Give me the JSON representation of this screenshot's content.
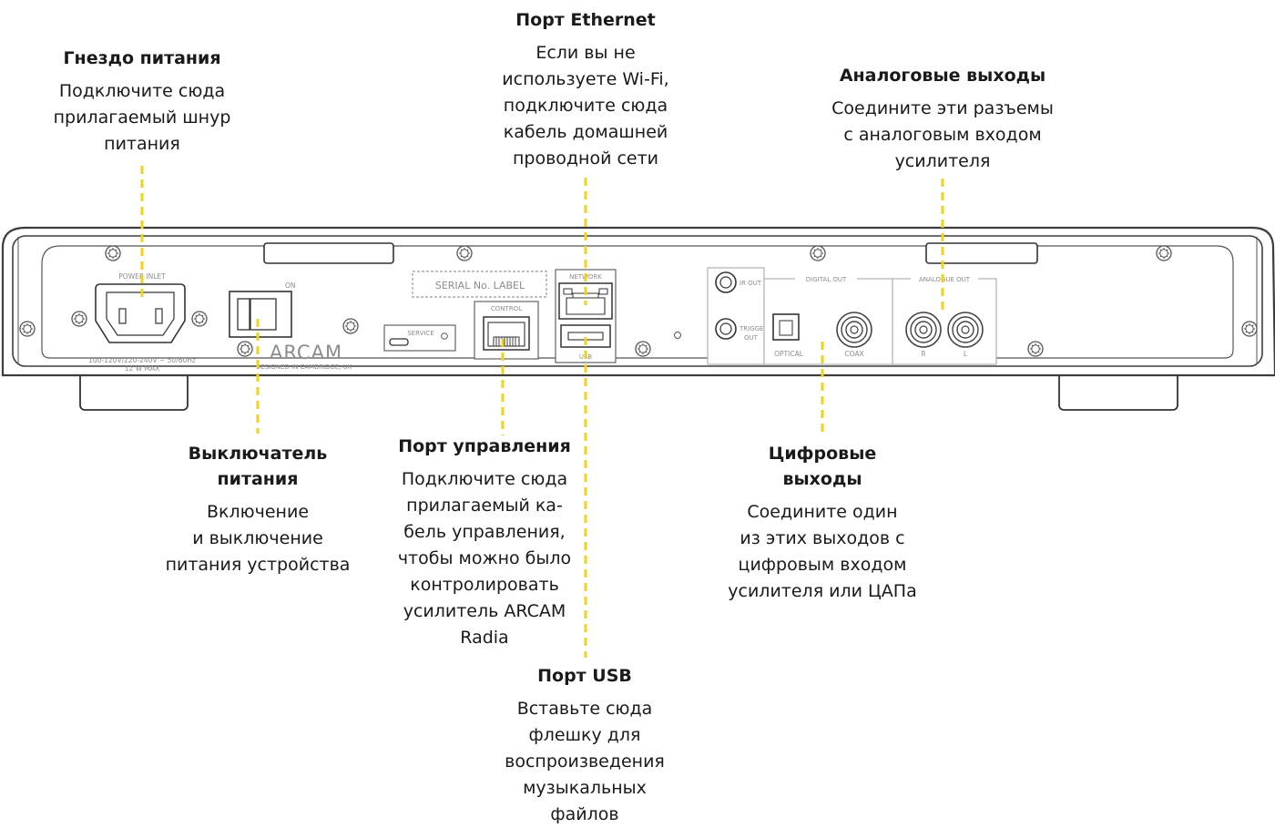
{
  "callouts": {
    "power_inlet": {
      "title": [
        "Гнездо питания"
      ],
      "body": [
        "Подключите сюда",
        "прилагаемый шнур",
        "питания"
      ]
    },
    "ethernet": {
      "title": [
        "Порт Ethernet"
      ],
      "body": [
        "Если вы не",
        "используете Wi-Fi,",
        "подключите сюда",
        "кабель домашней",
        "проводной сети"
      ]
    },
    "analogue": {
      "title": [
        "Аналоговые выходы"
      ],
      "body": [
        "Соедините эти разъемы",
        "с аналоговым входом",
        "усилителя"
      ]
    },
    "power_switch": {
      "title": [
        "Выключатель",
        "питания"
      ],
      "body": [
        "Включение",
        "и выключение",
        "питания устройства"
      ]
    },
    "control": {
      "title": [
        "Порт управления"
      ],
      "body": [
        "Подключите сюда",
        "прилагаемый ка-",
        "бель управления,",
        "чтобы можно было",
        "контролировать",
        "усилитель ARCAM",
        "Radia"
      ]
    },
    "digital": {
      "title": [
        "Цифровые",
        "выходы"
      ],
      "body": [
        "Соедините один",
        "из этих выходов с",
        "цифровым входом",
        "усилителя или ЦАПа"
      ]
    },
    "usb": {
      "title": [
        "Порт USB"
      ],
      "body": [
        "Вставьте сюда",
        "флешку для",
        "воспроизведения",
        "музыкальных",
        "файлов"
      ]
    }
  },
  "panel_labels": {
    "power_inlet": "POWER INLET",
    "voltage": "100-120V/220-240V ~ 50/60Hz",
    "max_power": "12 W MAX",
    "on": "ON",
    "brand": "ARCAM",
    "designed": "DESIGNED IN CAMBRIDGE, UK",
    "serial": "SERIAL No. LABEL",
    "service": "SERVICE",
    "control": "CONTROL",
    "network": "NETWORK",
    "usb": "USB",
    "ir_out": "IR OUT",
    "trigger": "TRIGGER",
    "trigger_out": "OUT",
    "digital_out": "DIGITAL OUT",
    "optical": "OPTICAL",
    "coax": "COAX",
    "analogue_out": "ANALOGUE OUT",
    "right": "R",
    "left": "L"
  },
  "colors": {
    "leader": "#f2d21b",
    "chassis": "#3d3d3d",
    "panel_label": "#8c8c8c"
  }
}
